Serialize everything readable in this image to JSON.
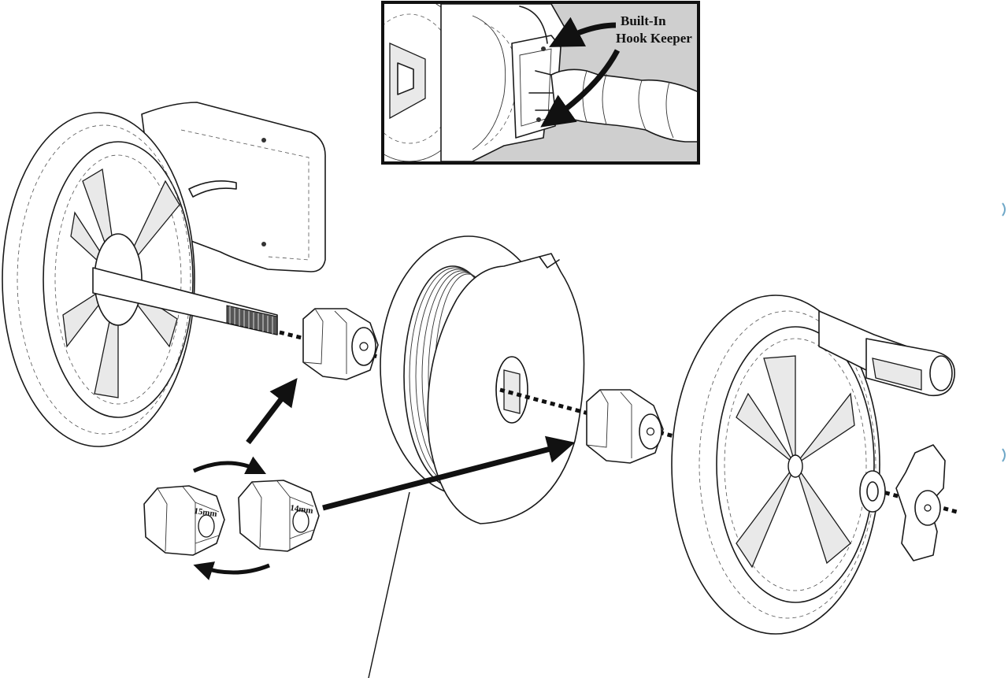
{
  "inset": {
    "callout_line1": "Built-In",
    "callout_line2": "Hook Keeper"
  },
  "adapters": {
    "large_label": "15mm",
    "small_label": "14mm"
  },
  "colors": {
    "ink": "#1a1a1a",
    "inset_background": "#cfcfcf",
    "paper": "#ffffff"
  }
}
